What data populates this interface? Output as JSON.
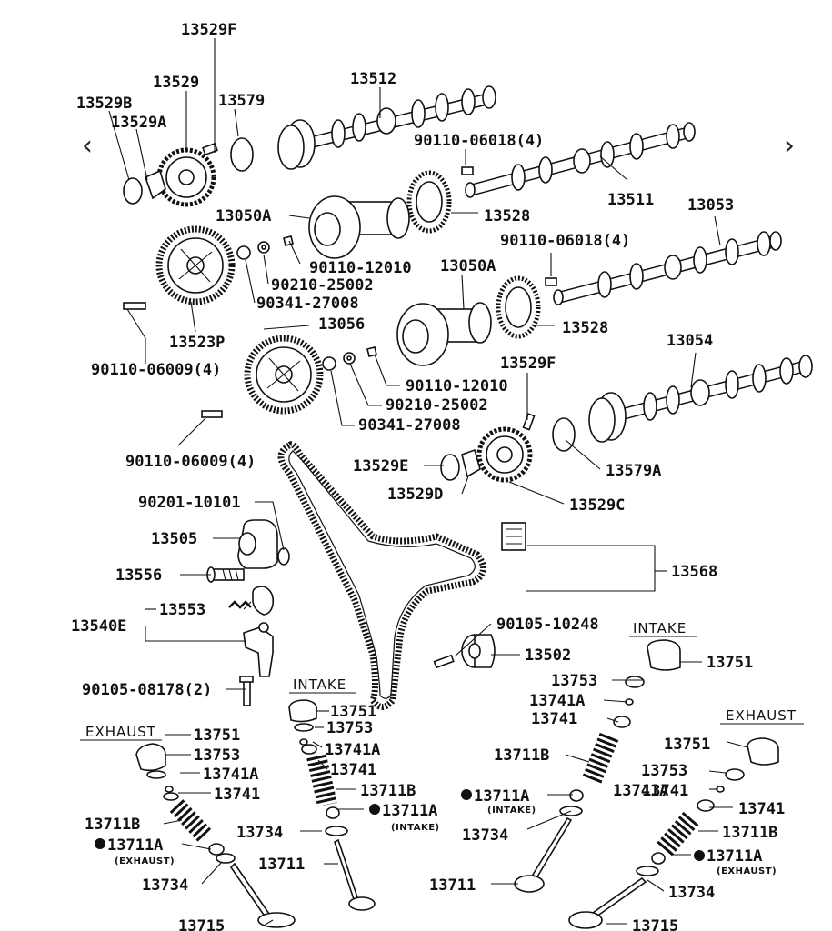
{
  "nav": {
    "prev_glyph": "‹",
    "next_glyph": "›"
  },
  "sections": {
    "intake_top_right": "INTAKE",
    "intake_center": "INTAKE",
    "exhaust_left": "EXHAUST",
    "exhaust_right": "EXHAUST"
  },
  "notes": {
    "intake_a": "(INTAKE)",
    "intake_b": "(INTAKE)",
    "exhaust_a": "(EXHAUST)",
    "exhaust_b": "(EXHAUST)"
  },
  "labels": [
    "13529F",
    "13529",
    "13579",
    "13512",
    "13529B",
    "13529A",
    "90110-06018(4)",
    "13050A",
    "13528",
    "13511",
    "13053",
    "90110-12010",
    "90210-25002",
    "90341-27008",
    "90110-06018(4)",
    "13050A",
    "13523P",
    "13056",
    "13528",
    "13054",
    "90110-06009(4)",
    "90110-12010",
    "13529F",
    "90210-25002",
    "90341-27008",
    "90110-06009(4)",
    "13529E",
    "13579A",
    "13529D",
    "13529C",
    "90201-10101",
    "13505",
    "13568",
    "13556",
    "13553",
    "13540E",
    "90105-10248",
    "13502",
    "13751",
    "90105-08178(2)",
    "13753",
    "13751",
    "13741A",
    "13753",
    "13741",
    "13741A",
    "13711B",
    "13741",
    "13751",
    "13751",
    "13753",
    "13741A",
    "13741",
    "13711A",
    "13741A",
    "13711A",
    "13711B",
    "13741",
    "13734",
    "13711B",
    "13711B",
    "13711A",
    "13734",
    "13711",
    "13734",
    "13711A",
    "13711",
    "13734",
    "13715",
    "13715",
    "13753",
    "13741"
  ]
}
